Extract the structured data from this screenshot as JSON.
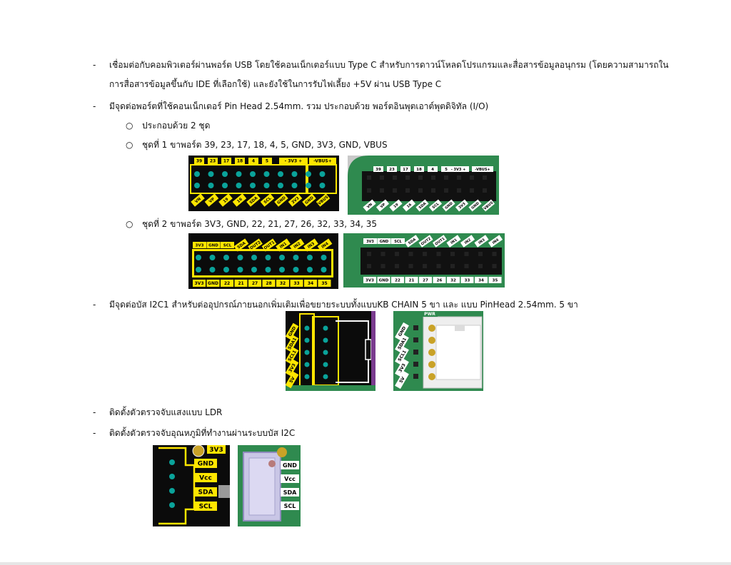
{
  "bullets": {
    "b1_line1": "เชื่อมต่อกับคอมพิวเตอร์ผ่านพอร์ต USB โดยใช้คอนเน็กเตอร์แบบ Type C สำหรับการดาวน์โหลดโปรแกรมและสื่อสารข้อมูลอนุกรม (โดยความสามารถใน",
    "b1_line2": "การสื่อสารข้อมูลขึ้นกับ IDE ที่เลือกใช้) และยังใช้ในการรับไฟเลี้ยง +5V ผ่าน USB Type C",
    "b2": "มีจุดต่อพอร์ตที่ใช้คอนเน็กเตอร์ Pin Head 2.54mm. รวม  ประกอบด้วย พอร์ตอินพุตเอาต์พุตดิจิทัล (I/O)",
    "b2_sub1": "ประกอบด้วย 2 ชุด",
    "b2_sub2": "ชุดที่ 1 ขาพอร์ต  39, 23, 17, 18, 4, 5,  GND, 3V3, GND, VBUS",
    "b2_sub3": "ชุดที่ 2 ขาพอร์ต  3V3, GND, 22, 21, 27, 26, 32, 33, 34, 35",
    "b3": "มีจุดต่อบัส I2C1 สำหรับต่ออุปกรณ์ภายนอกเพิ่มเติมเพื่อขยายระบบทั้งแบบKB CHAIN 5 ขา และ แบบ PinHead 2.54mm. 5 ขา",
    "b4": "ติดตั้งตัวตรวจจับแสงแบบ LDR",
    "b5": "ติดตั้งตัวตรวจจับอุณหภูมิที่ทำงานผ่านระบบบัส I2C"
  },
  "markers": {
    "dash": "-",
    "circle": "○"
  },
  "header1": {
    "top": [
      "39",
      "23",
      "17",
      "18",
      "4",
      "5"
    ],
    "top_group1": "- 3V3 +",
    "top_group2": "-VBUS+",
    "bottom": [
      "VN",
      "VP",
      "19",
      "16",
      "SDA",
      "SCL",
      "GND",
      "3V3",
      "GND",
      "VBUS"
    ]
  },
  "header2": {
    "top": [
      "3V3",
      "GND",
      "SCL",
      "SDA",
      "OUT2",
      "OUT1",
      "IN1",
      "IN2",
      "IN3",
      "IN4"
    ],
    "bottom": [
      "3V3",
      "GND",
      "22",
      "21",
      "27",
      "28",
      "32",
      "33",
      "34",
      "35"
    ],
    "bottom_render": [
      "3V3",
      "GND",
      "22",
      "21",
      "27",
      "26",
      "32",
      "33",
      "34",
      "35"
    ]
  },
  "i2c": {
    "pins": [
      "GND",
      "SDA1",
      "SCL1",
      "3V3",
      "5V"
    ],
    "top_label": "PWR"
  },
  "temp": {
    "pins": [
      "GND",
      "Vcc",
      "SDA",
      "SCL"
    ],
    "top_label": "3V3"
  },
  "colors": {
    "pcb_black": "#0b0b0b",
    "silk_yellow": "#ffe600",
    "pin_teal": "#0aa39a",
    "pcb_green": "#2f8a4f",
    "header_black": "#111111"
  }
}
